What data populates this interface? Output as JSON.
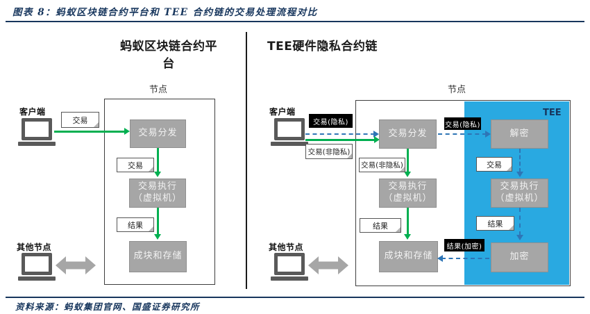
{
  "header": {
    "title": "图表 8：蚂蚁区块链合约平台和 TEE 合约链的交易处理流程对比"
  },
  "footer": {
    "source": "资料来源：蚂蚁集团官网、国盛证券研究所"
  },
  "colors": {
    "accent_navy": "#17365D",
    "tee_blue": "#29A9E1",
    "green_arrow": "#00AF50",
    "blue_dashed_arrow": "#2E75B6",
    "box_gray": "#A6A6A6",
    "laptop_gray": "#595959"
  },
  "left_panel": {
    "title": "蚂蚁区块链合约平台",
    "node_label": "节点",
    "client_label": "客户端",
    "other_nodes_label": "其他节点",
    "tags": {
      "tx_in": "交易",
      "tx_mid": "交易",
      "result": "结果"
    },
    "boxes": {
      "dispatch": "交易分发",
      "execute_line1": "交易执行",
      "execute_line2": "（虚拟机）",
      "storage": "成块和存储"
    }
  },
  "right_panel": {
    "title": "TEE硬件隐私合约链",
    "node_label": "节点",
    "tee_label": "TEE",
    "client_label": "客户端",
    "other_nodes_label": "其他节点",
    "tags": {
      "tx_private_in": "交易(隐私)",
      "tx_nonprivate_in": "交易(非隐私)",
      "tx_private_mid": "交易(隐私)",
      "tx_nonprivate_mid": "交易(非隐私)",
      "tx_tee": "交易",
      "result_left": "结果",
      "result_tee": "结果",
      "result_encrypted": "结果(加密)"
    },
    "boxes": {
      "dispatch": "交易分发",
      "decrypt": "解密",
      "execute_left_line1": "交易执行",
      "execute_left_line2": "（虚拟机）",
      "execute_tee_line1": "交易执行",
      "execute_tee_line2": "（虚拟机）",
      "storage": "成块和存储",
      "encrypt": "加密"
    }
  }
}
